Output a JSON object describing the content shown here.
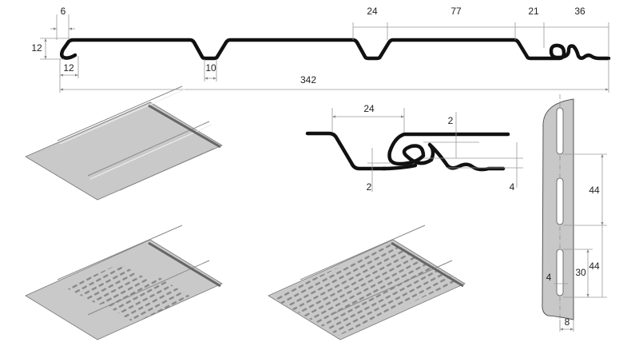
{
  "profile_dimensions": {
    "lip_width": "6",
    "groove_top": "24",
    "flat_width": "77",
    "step": "21",
    "lock_width": "36",
    "lip_height": "12",
    "hook_width": "12",
    "groove_bottom": "10",
    "total_width": "342"
  },
  "lock_detail_dimensions": {
    "overlap": "24",
    "top_gap": "2",
    "bottom_gap": "2",
    "lock_height": "4"
  },
  "nail_strip_dimensions": {
    "slot_pitch_1": "44",
    "slot_pitch_2": "44",
    "slot_length": "30",
    "slot_width": "4",
    "strip_offset": "8"
  },
  "colors": {
    "panel": "#c9c9c9",
    "profile": "#111111",
    "dimension": "#9a9a9a"
  }
}
